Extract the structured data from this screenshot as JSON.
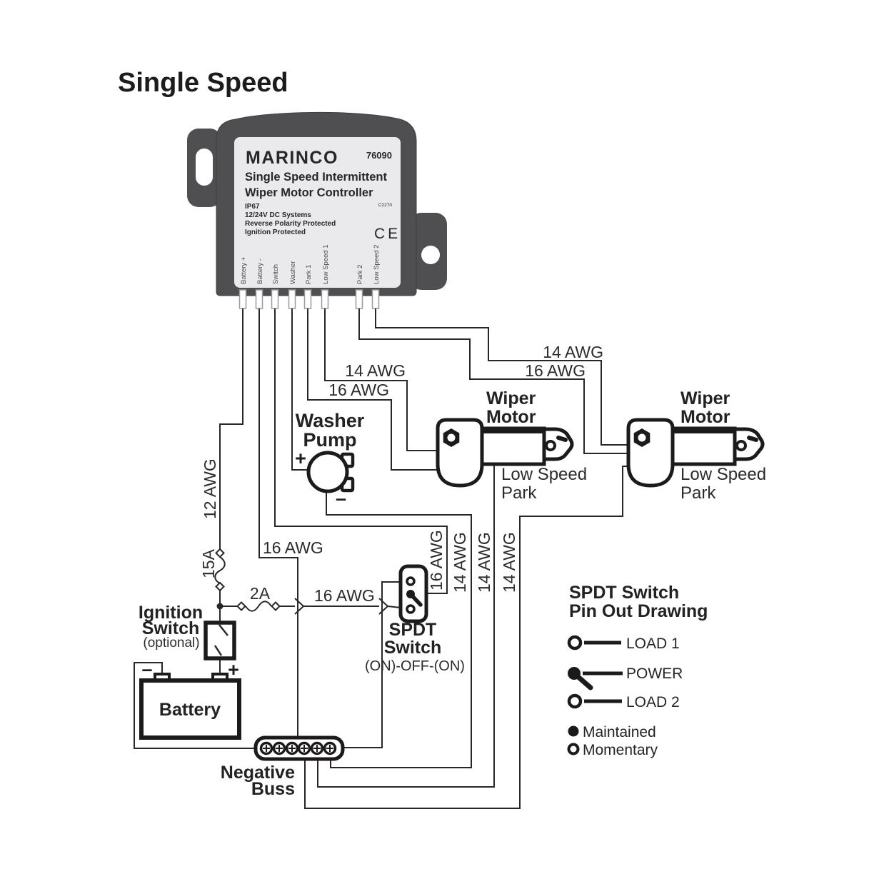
{
  "title": "Single Speed",
  "controller": {
    "brand": "MARINCO",
    "model": "76090",
    "name_line1": "Single Speed Intermittent",
    "name_line2": "Wiper Motor Controller",
    "spec1": "IP67",
    "spec2": "12/24V DC Systems",
    "spec3": "Reverse Polarity Protected",
    "spec4": "Ignition Protected",
    "code": "C2270",
    "ce": "CE",
    "terminals": [
      "Battery +",
      "Battery -",
      "Switch",
      "Washer",
      "Park 1",
      "Low Speed 1",
      "Park 2",
      "Low Speed 2"
    ]
  },
  "wires": {
    "ls2_label": "14 AWG",
    "p2_label": "16 AWG",
    "ls1_label": "14 AWG",
    "p1_label": "16 AWG",
    "bplus_label": "12 AWG",
    "bminus_label": "16 AWG",
    "fuse_main": "15A",
    "fuse_switch": "2A",
    "switch_feed_label": "16 AWG",
    "switch_wire_label": "16 AWG",
    "washer_return_label": "14 AWG",
    "motor1_return_label": "14 AWG",
    "motor2_return_label": "14 AWG"
  },
  "components": {
    "washer_pump": {
      "name_line1": "Washer",
      "name_line2": "Pump",
      "plus": "+",
      "minus": "–"
    },
    "wiper_motor1": {
      "name_line1": "Wiper",
      "name_line2": "Motor",
      "sub_line1": "Low Speed",
      "sub_line2": "Park"
    },
    "wiper_motor2": {
      "name_line1": "Wiper",
      "name_line2": "Motor",
      "sub_line1": "Low Speed",
      "sub_line2": "Park"
    },
    "ignition_switch": {
      "name_line1": "Ignition",
      "name_line2": "Switch",
      "note": "(optional)"
    },
    "battery": {
      "name": "Battery",
      "plus": "+",
      "minus": "–"
    },
    "negative_buss": {
      "name_line1": "Negative",
      "name_line2": "Buss"
    },
    "spdt_switch": {
      "name_line1": "SPDT",
      "name_line2": "Switch",
      "mode": "(ON)-OFF-(ON)"
    }
  },
  "legend": {
    "title_line1": "SPDT Switch",
    "title_line2": "Pin Out Drawing",
    "load1": "LOAD 1",
    "power": "POWER",
    "load2": "LOAD 2",
    "maintained": "Maintained",
    "momentary": "Momentary"
  }
}
